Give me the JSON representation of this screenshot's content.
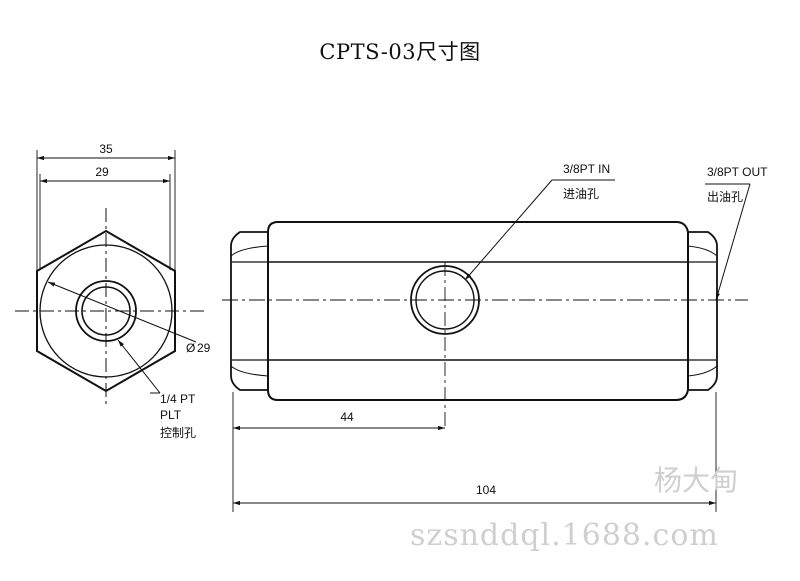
{
  "title": "CPTS-03尺寸图",
  "dimensions": {
    "across_corners": "35",
    "across_flats": "29",
    "diameter_symbol": "Ø",
    "diameter_value": "29",
    "port_position": "44",
    "overall_length": "104"
  },
  "ports": {
    "control": {
      "line1": "1/4 PT",
      "line2": "PLT",
      "line3": "控制孔"
    },
    "inlet": {
      "code": "3/8PT IN",
      "name": "进油孔"
    },
    "outlet": {
      "code": "3/8PT OUT",
      "name": "出油孔"
    }
  },
  "watermark": {
    "name": "杨大甸",
    "site": "szsnddql.1688.com"
  }
}
